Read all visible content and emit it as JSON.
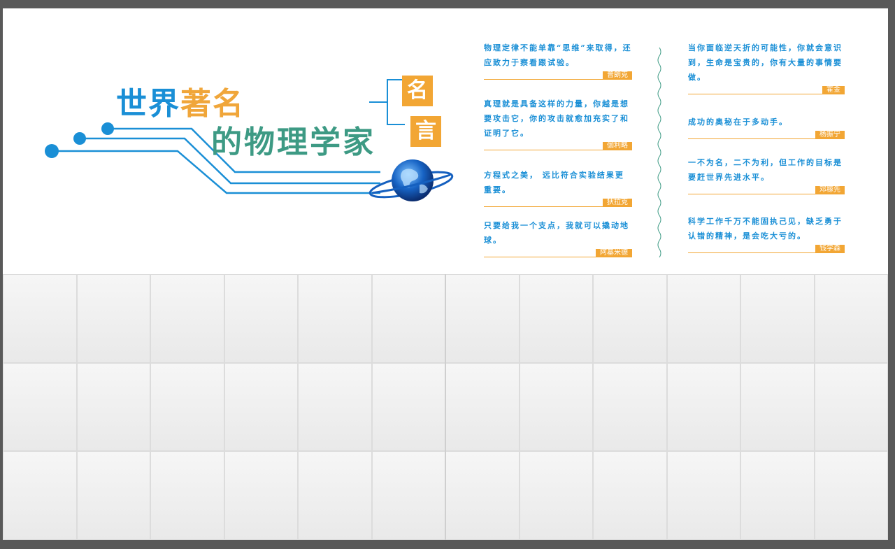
{
  "title": {
    "part1": "世界",
    "part2": "著名",
    "line2": "的物理学家"
  },
  "badges": [
    "名",
    "言"
  ],
  "quotes_left": [
    {
      "text": "物理定律不能单靠“思维”来取得，还应致力于察看跟试验。",
      "author": "普朗克"
    },
    {
      "text": "真理就是具备这样的力量，你越是想要攻击它，你的攻击就愈加充实了和证明了它。",
      "author": "伽利略"
    },
    {
      "text": "方程式之美， 远比符合实验结果更重要。",
      "author": "狄拉克"
    },
    {
      "text": "只要给我一个支点，我就可以撬动地球。",
      "author": "阿基米德"
    }
  ],
  "quotes_right": [
    {
      "text": "当你面临逆天折的可能性，你就会意识到，生命是宝贵的，你有大量的事情要做。",
      "author": "霍金"
    },
    {
      "text": "成功的奥秘在于多动手。",
      "author": "杨振宁"
    },
    {
      "text": "一不为名，二不为利，但工作的目标是要赶世界先进水平。",
      "author": "邓稼先"
    },
    {
      "text": "科学工作千万不能固执己见，缺乏勇于认错的精神，是会吃大亏的。",
      "author": "钱学森"
    }
  ],
  "colors": {
    "blue": "#1a8fd6",
    "orange": "#f2a634",
    "green": "#3d9a84"
  }
}
